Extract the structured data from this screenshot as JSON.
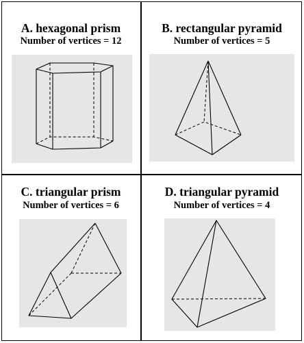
{
  "cells": [
    {
      "title": "A. hexagonal prism",
      "subtitle": "Number of vertices = 12"
    },
    {
      "title": "B. rectangular pyramid",
      "subtitle": "Number of vertices = 5"
    },
    {
      "title": "C. triangular prism",
      "subtitle": "Number of vertices = 6"
    },
    {
      "title": "D. triangular pyramid",
      "subtitle": "Number of vertices = 4"
    }
  ]
}
